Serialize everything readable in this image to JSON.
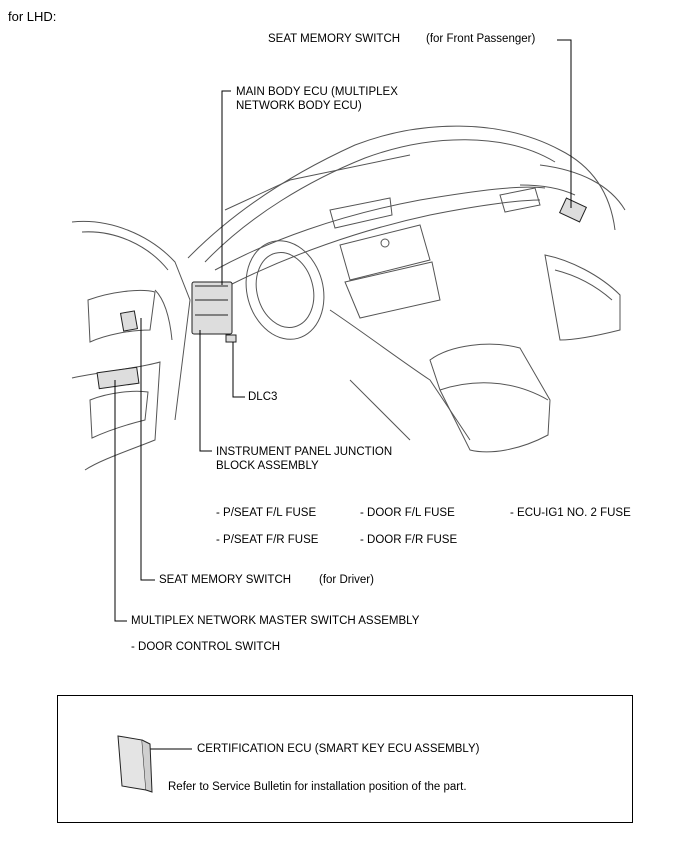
{
  "header": {
    "variant": "for LHD:"
  },
  "callouts": {
    "seat_memory_passenger": "SEAT MEMORY SWITCH",
    "seat_memory_passenger_note": "(for Front Passenger)",
    "main_body_ecu": "MAIN BODY ECU (MULTIPLEX\nNETWORK BODY ECU)",
    "dlc3": "DLC3",
    "junction_block": "INSTRUMENT PANEL JUNCTION\nBLOCK ASSEMBLY",
    "seat_memory_driver": "SEAT MEMORY SWITCH",
    "seat_memory_driver_note": "(for Driver)",
    "master_switch": "MULTIPLEX NETWORK MASTER SWITCH ASSEMBLY",
    "door_control": "- DOOR CONTROL SWITCH"
  },
  "fuses": {
    "pseat_fl": "- P/SEAT F/L FUSE",
    "door_fl": "- DOOR F/L FUSE",
    "ecu_ig1": "- ECU-IG1 NO. 2 FUSE",
    "pseat_fr": "- P/SEAT F/R FUSE",
    "door_fr": "- DOOR F/R FUSE"
  },
  "note_box": {
    "certification_ecu": "CERTIFICATION ECU (SMART KEY ECU ASSEMBLY)",
    "refer_text": "Refer to Service Bulletin for installation position of the part."
  }
}
